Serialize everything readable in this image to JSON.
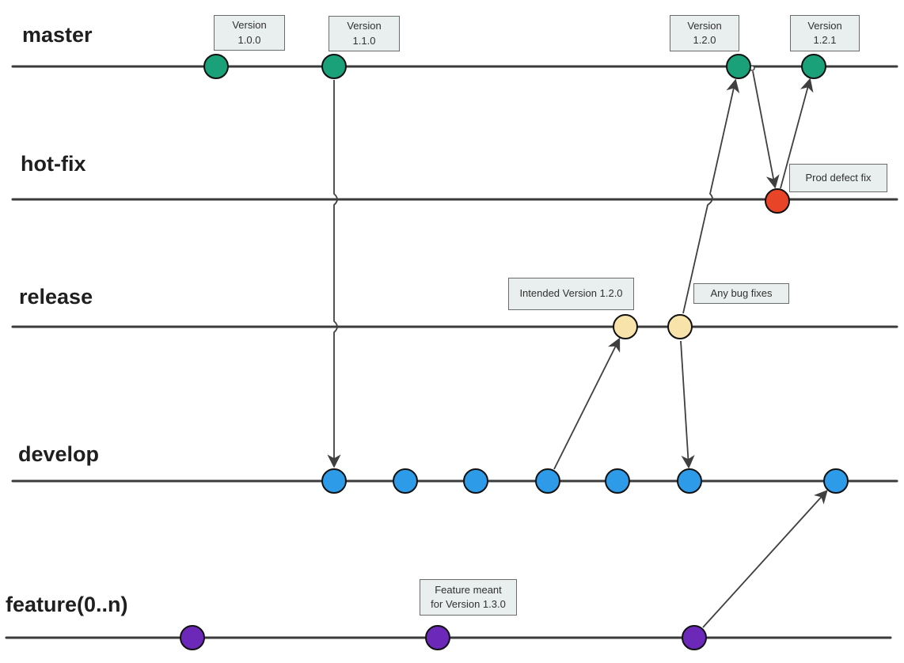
{
  "diagram": {
    "type": "git-branching-flow",
    "branches": {
      "master": "master",
      "hotfix": "hot-fix",
      "release": "release",
      "develop": "develop",
      "feature": "feature(0..n)"
    },
    "commit_counts": {
      "master": 4,
      "hotfix": 1,
      "release": 2,
      "develop": 7,
      "feature": 3
    },
    "connections": [
      {
        "from": "master (Version 1.1.0)",
        "to": "develop"
      },
      {
        "from": "develop",
        "to": "release (Intended Version 1.2.0)"
      },
      {
        "from": "release",
        "to": "master (Version 1.2.0)"
      },
      {
        "from": "release (Any bug fixes)",
        "to": "develop"
      },
      {
        "from": "master (Version 1.2.0)",
        "to": "hot-fix (Prod defect fix)"
      },
      {
        "from": "hot-fix",
        "to": "master (Version 1.2.1)"
      },
      {
        "from": "feature",
        "to": "develop"
      }
    ]
  },
  "annotations": {
    "version_1_0_0": "Version\n1.0.0",
    "version_1_1_0": "Version\n1.1.0",
    "version_1_2_0": "Version\n1.2.0",
    "version_1_2_1": "Version\n1.2.1",
    "prod_defect_fix": "Prod defect fix",
    "intended_version_1_2_0": "Intended Version 1.2.0",
    "any_bug_fixes": "Any bug fixes",
    "feature_meant": "Feature meant\nfor Version 1.3.0"
  },
  "branches": {
    "master": "master",
    "hotfix": "hot-fix",
    "release": "release",
    "develop": "develop",
    "feature": "feature(0..n)"
  },
  "colors": {
    "background": "#FFFFFF",
    "master_commit": "#1AA179",
    "hotfix_commit": "#E84427",
    "release_commit": "#F8E3AB",
    "develop_commit": "#2E9BE8",
    "feature_commit": "#6C28B9",
    "commit_outline": "#111111",
    "branch_line": "#3B3B3B",
    "connector": "#3F3F3F",
    "label_box_fill": "#E9EFEE",
    "label_box_border": "#6B6B6B",
    "label_text": "#303030",
    "branch_label_text": "#1F1F1F"
  }
}
